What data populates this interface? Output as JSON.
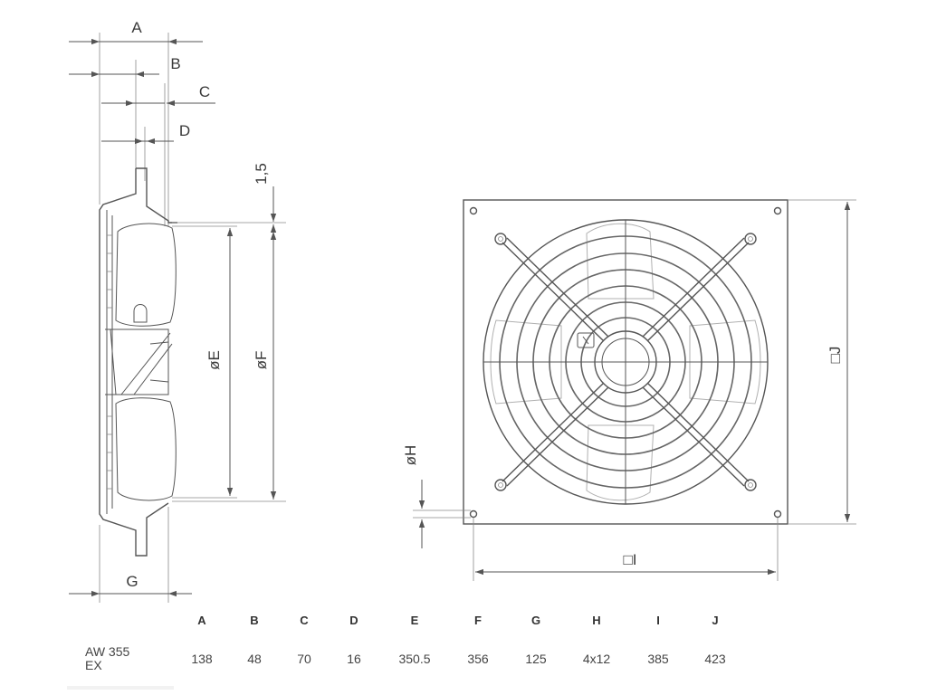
{
  "drawing": {
    "labels": {
      "A": "A",
      "B": "B",
      "C": "C",
      "D": "D",
      "G": "G",
      "E": "øE",
      "F": "øF",
      "thickness": "1,5",
      "H": "øH",
      "I": "□I",
      "J": "□J"
    }
  },
  "table": {
    "headers": [
      "A",
      "B",
      "C",
      "D",
      "E",
      "F",
      "G",
      "H",
      "I",
      "J"
    ],
    "rows": [
      {
        "model_line1": "AW 355",
        "model_line2": "EX",
        "values": [
          "138",
          "48",
          "70",
          "16",
          "350.5",
          "356",
          "125",
          "4x12",
          "385",
          "423"
        ]
      }
    ]
  }
}
